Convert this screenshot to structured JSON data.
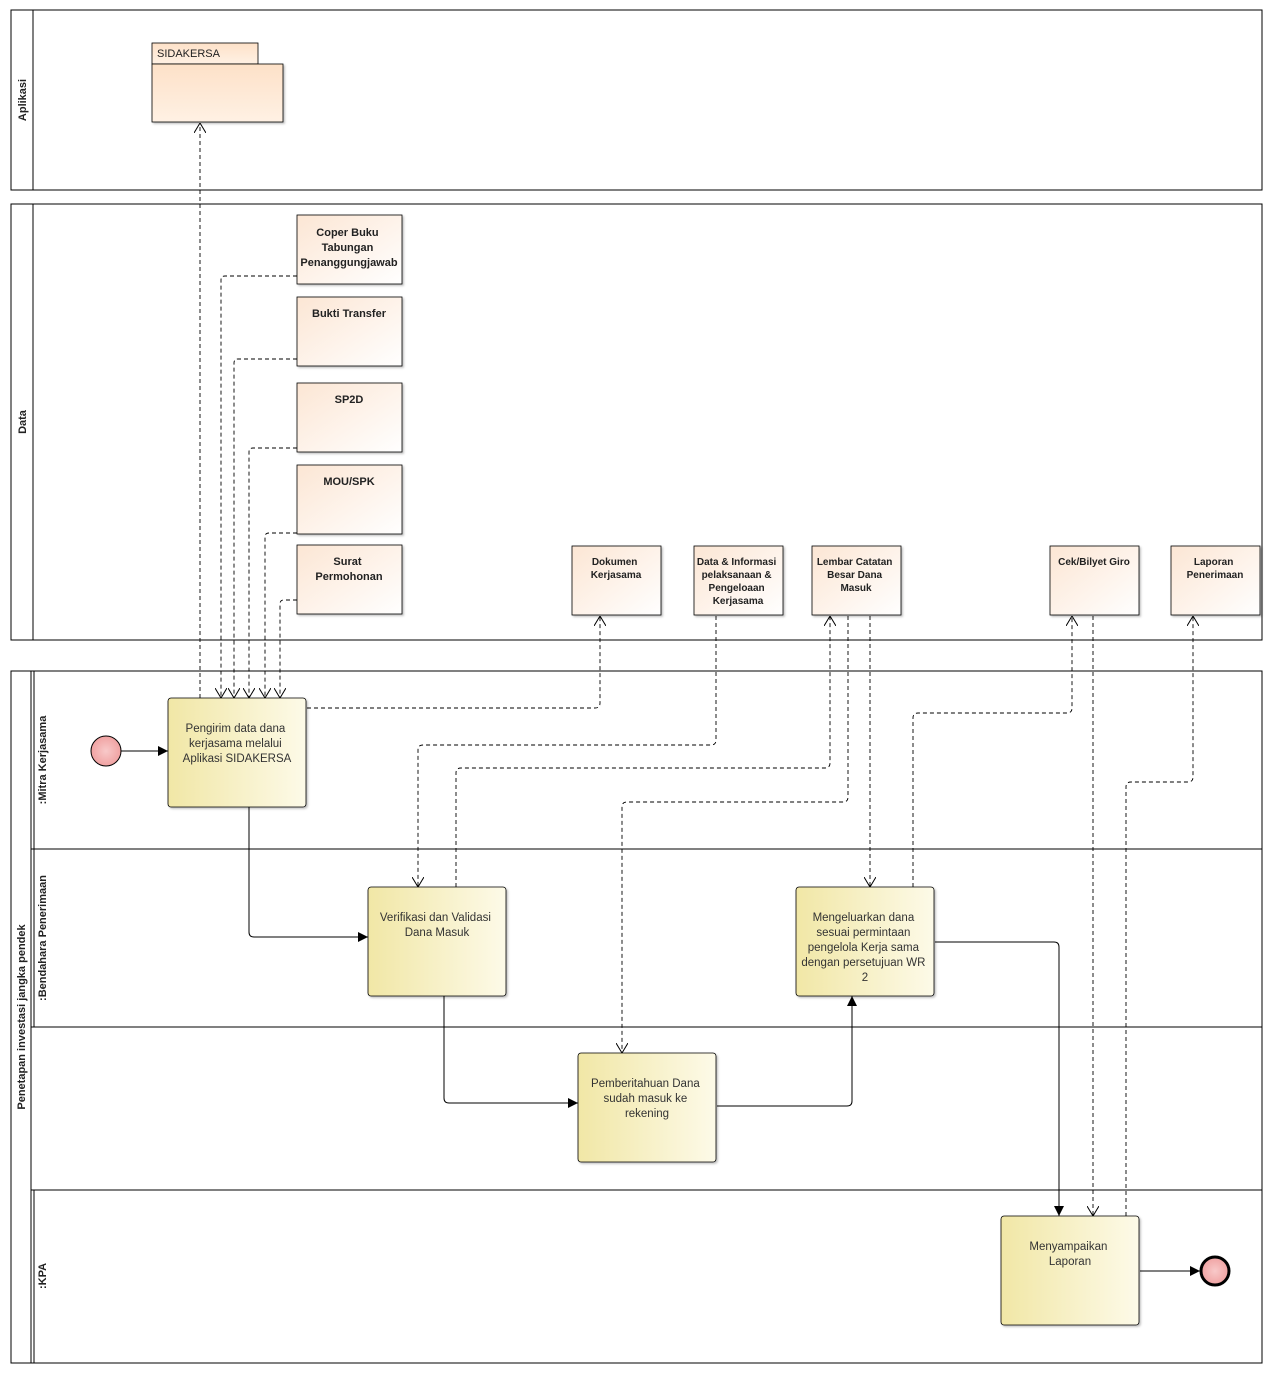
{
  "pools": {
    "aplikasi": {
      "label": "Aplikasi"
    },
    "data": {
      "label": "Data"
    },
    "process": {
      "label": "Penetapan investasi jangka pendek",
      "lanes": {
        "mitra": {
          "label": ":Mitra Kerjasama"
        },
        "bendahara": {
          "label": ":Bendahara Penerimaan"
        },
        "kpa": {
          "label": ":KPA"
        }
      }
    }
  },
  "package": {
    "label": "SIDAKERSA"
  },
  "data_objects": {
    "coper": {
      "lines": [
        "Coper Buku",
        "Tabungan",
        "Penanggungjawab"
      ]
    },
    "bukti": {
      "lines": [
        "Bukti Transfer"
      ]
    },
    "sp2d": {
      "lines": [
        "SP2D"
      ]
    },
    "mou": {
      "lines": [
        "MOU/SPK"
      ]
    },
    "surat": {
      "lines": [
        "Surat",
        "Permohonan"
      ]
    },
    "dokumen": {
      "lines": [
        "Dokumen",
        "Kerjasama"
      ]
    },
    "datainfo": {
      "lines": [
        "Data & Informasi",
        "pelaksanaan &",
        "Pengeloaan",
        "Kerjasama"
      ]
    },
    "lembar": {
      "lines": [
        "Lembar Catatan",
        "Besar Dana",
        "Masuk"
      ]
    },
    "cek": {
      "lines": [
        "Cek/Bilyet Giro"
      ]
    },
    "laporan_penerimaan": {
      "lines": [
        "Laporan",
        "Penerimaan"
      ]
    }
  },
  "activities": {
    "pengirim": {
      "lines": [
        "Pengirim data dana",
        "kerjasama melalui",
        "Aplikasi SIDAKERSA"
      ]
    },
    "verifikasi": {
      "lines": [
        "Verifikasi dan Validasi",
        "Dana Masuk"
      ]
    },
    "pemberitahuan": {
      "lines": [
        "Pemberitahuan Dana",
        "sudah masuk ke",
        "rekening"
      ]
    },
    "mengeluarkan": {
      "lines": [
        "Mengeluarkan dana",
        "sesuai permintaan",
        "pengelola Kerja sama",
        "dengan persetujuan WR",
        "2"
      ]
    },
    "menyampaikan": {
      "lines": [
        "Menyampaikan",
        "Laporan"
      ]
    }
  },
  "colors": {
    "data_object": "#fbe3cf",
    "activity": "#f7f0bf",
    "event": "#f5b4b4"
  }
}
